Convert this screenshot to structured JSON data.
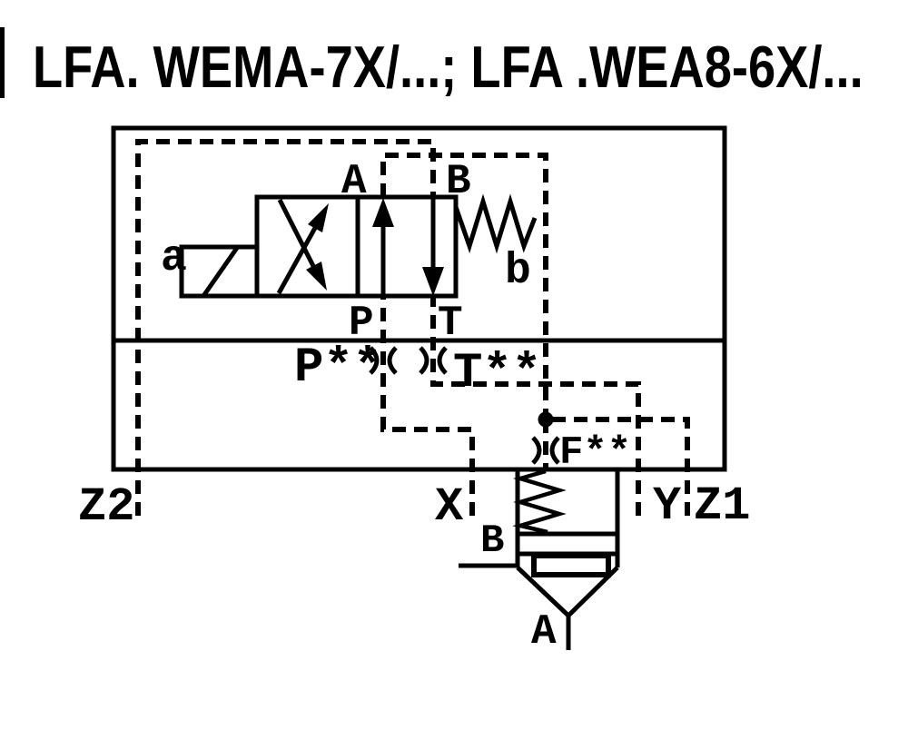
{
  "title": "LFA. WEMA-7X/...; LFA .WEA8-6X/...",
  "pilot_valve": {
    "solenoid_label": "a",
    "spring_label": "b",
    "port_a": "A",
    "port_b": "B",
    "port_p": "P",
    "port_t": "T"
  },
  "orifices": {
    "p": "P**",
    "t": "T**",
    "f": "F**"
  },
  "manifold_ports": {
    "z2": "Z2",
    "x": "X",
    "y": "Y",
    "z1": "Z1"
  },
  "cartridge_valve": {
    "port_b": "B",
    "port_a": "A"
  },
  "colors": {
    "line": "#000000",
    "background": "#ffffff"
  }
}
